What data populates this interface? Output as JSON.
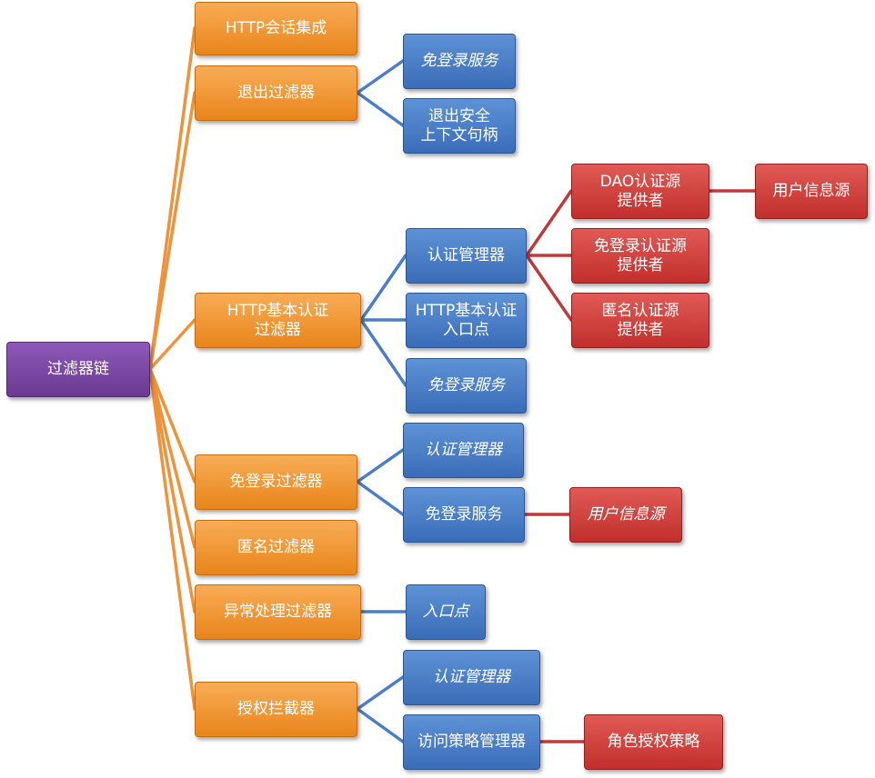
{
  "root": {
    "label": "过滤器链"
  },
  "filters": [
    {
      "label": "HTTP会话集成"
    },
    {
      "label": "退出过滤器"
    },
    {
      "label": "HTTP基本认证\n过滤器"
    },
    {
      "label": "免登录过滤器"
    },
    {
      "label": "匿名过滤器"
    },
    {
      "label": "异常处理过滤器"
    },
    {
      "label": "授权拦截器"
    }
  ],
  "services": {
    "logout_remember_me": "免登录服务",
    "logout_security_context": "退出安全\n上下文句柄",
    "basic_auth_manager": "认证管理器",
    "basic_entry_point": "HTTP基本认证\n入口点",
    "basic_remember_me": "免登录服务",
    "rm_auth_manager": "认证管理器",
    "rm_remember_me": "免登录服务",
    "exception_entry_point": "入口点",
    "authz_auth_manager": "认证管理器",
    "authz_access_manager": "访问策略管理器"
  },
  "providers": {
    "dao_provider": "DAO认证源\n提供者",
    "rm_provider": "免登录认证源\n提供者",
    "anon_provider": "匿名认证源\n提供者",
    "dao_user_details": "用户信息源",
    "rm_user_details": "用户信息源",
    "role_voter": "角色授权策略"
  },
  "colors": {
    "root": "#7b48a5",
    "filter": "#f0921f",
    "service": "#4a7ec8",
    "provider": "#d0413d",
    "edge_orange": "#f0923a",
    "edge_blue": "#4a7ec8",
    "edge_red": "#c0393b"
  }
}
